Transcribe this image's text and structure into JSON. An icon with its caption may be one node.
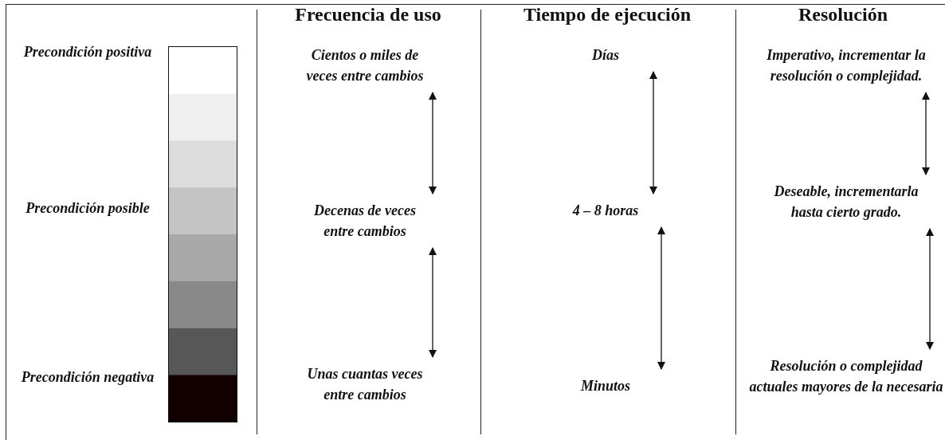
{
  "diagram": {
    "nodes": [
      {
        "text": [
          "Cientos o miles de veces entre cambios"
        ]
      },
      {
        "text": [
          "Decenas de veces entre cambios"
        ]
      },
      {
        "text": [
          "Unas cuantas veces entre cambios"
        ]
      },
      {
        "text": [
          "Días"
        ]
      },
      {
        "text": [
          "4 – 8 horas"
        ]
      },
      {
        "text": [
          "Minutos"
        ]
      },
      {
        "text": [
          "Imperativo, incrementar la resolución o complejidad."
        ]
      },
      {
        "text": [
          "Deseable, incrementarla hasta cierto grado."
        ]
      },
      {
        "text": [
          "Resolución o complejidad actuales mayores de la necesaria"
        ]
      }
    ],
    "edges": [
      {
        "from": 0,
        "to": 1,
        "arrow": "both"
      },
      {
        "from": 1,
        "to": 2,
        "arrow": "both"
      },
      {
        "from": 3,
        "to": 4,
        "arrow": "both"
      },
      {
        "from": 4,
        "to": 5,
        "arrow": "both"
      },
      {
        "from": 6,
        "to": 7,
        "arrow": "both"
      },
      {
        "from": 7,
        "to": 8,
        "arrow": "both"
      }
    ],
    "labels": [
      "Frecuencia de uso",
      "Tiempo de ejecución",
      "Resolución",
      "Precondición positiva",
      "Precondición posible",
      "Precondición negativa"
    ]
  }
}
